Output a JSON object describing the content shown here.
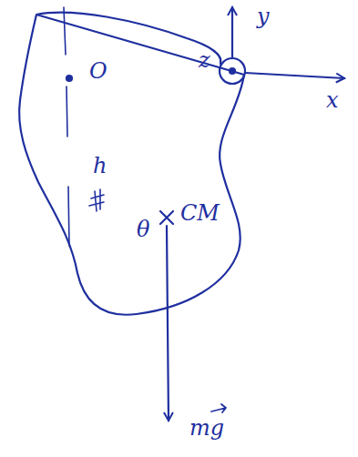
{
  "diagram": {
    "labels": [
      "y",
      "z",
      "x",
      "O",
      "h",
      "θ",
      "CM",
      "mg"
    ]
  }
}
